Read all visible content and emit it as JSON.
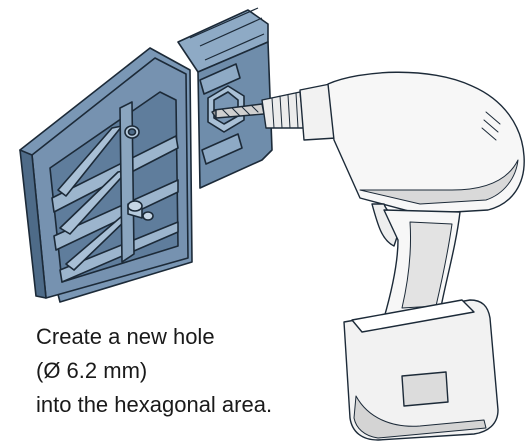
{
  "instruction": {
    "line1": "Create a new hole",
    "line2": "(Ø 6.2 mm)",
    "line3": "into the hexagonal area."
  },
  "colors": {
    "part_fill": "#7a97b5",
    "part_light": "#a9c0d6",
    "part_dark": "#4e6b88",
    "outline": "#1c2a38",
    "drill_body": "#f7f7f7",
    "drill_shade": "#d9d9d9",
    "bit_metal": "#d0d0d0"
  }
}
